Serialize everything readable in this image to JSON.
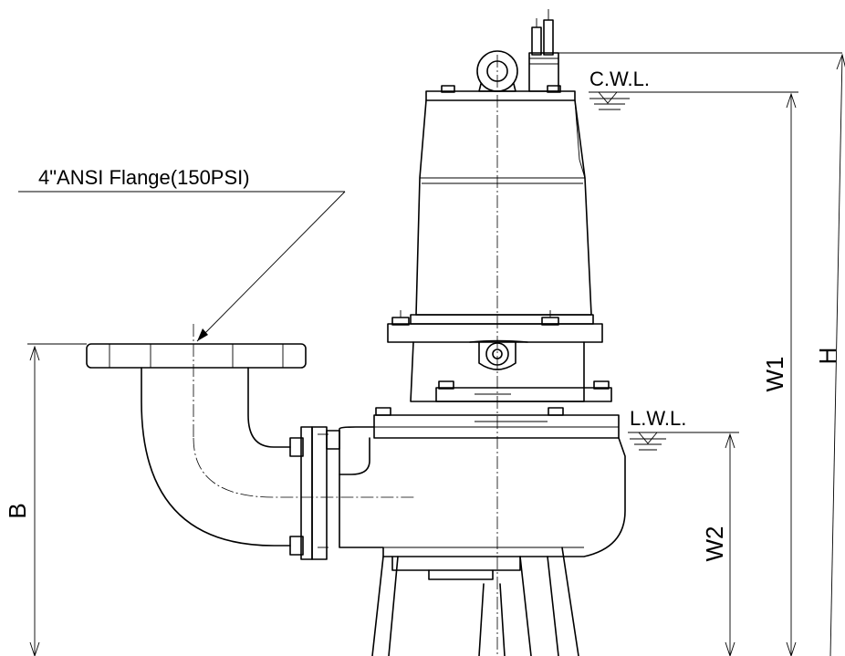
{
  "labels": {
    "flange": "4\"ANSI Flange(150PSI)",
    "cwl": "C.W.L.",
    "lwl": "L.W.L.",
    "dim_b": "B",
    "dim_w1": "W1",
    "dim_h": "H",
    "dim_w2": "W2"
  }
}
